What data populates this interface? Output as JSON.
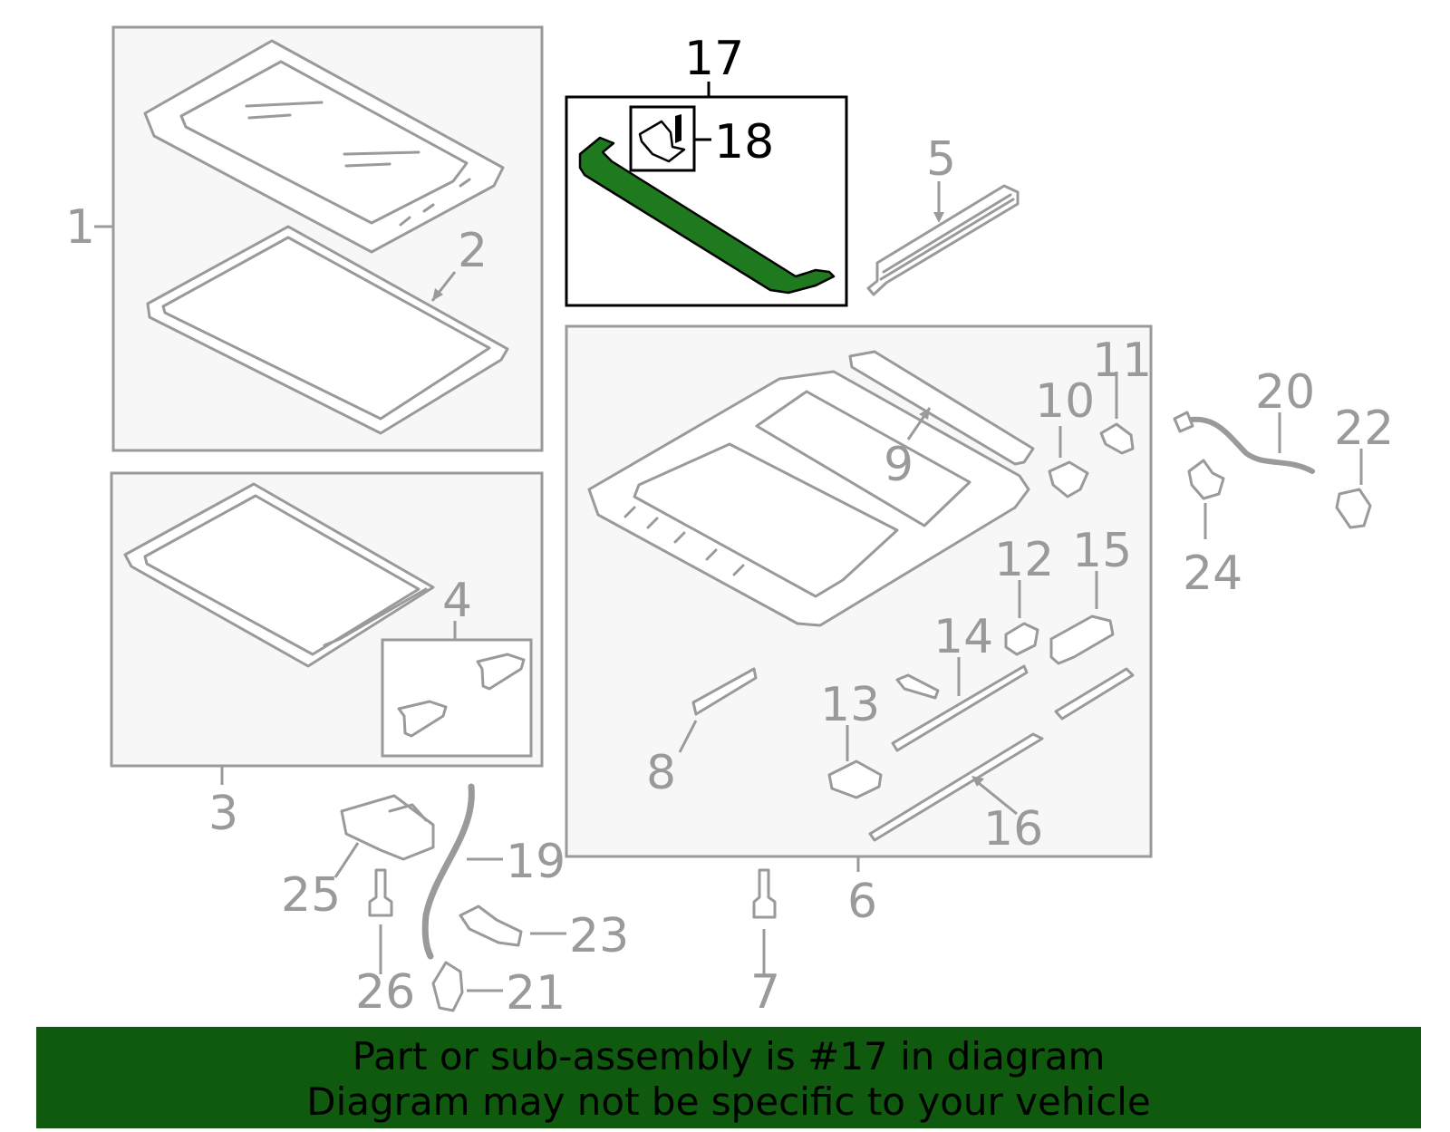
{
  "colors": {
    "highlight_part": "#1f7a1f",
    "banner_background": "#0f5a0f",
    "callout_gray": "#9a9a9a",
    "callout_highlight": "#000000"
  },
  "callouts": {
    "c1": "1",
    "c2": "2",
    "c3": "3",
    "c4": "4",
    "c5": "5",
    "c6": "6",
    "c7": "7",
    "c8": "8",
    "c9": "9",
    "c10": "10",
    "c11": "11",
    "c12": "12",
    "c13": "13",
    "c14": "14",
    "c15": "15",
    "c16": "16",
    "c17": "17",
    "c18": "18",
    "c19": "19",
    "c20": "20",
    "c21": "21",
    "c22": "22",
    "c23": "23",
    "c24": "24",
    "c25": "25",
    "c26": "26"
  },
  "highlighted_callout": "17",
  "banner": {
    "line1": "Part or sub-assembly is #17 in diagram",
    "line2": "Diagram may not be specific to your vehicle"
  }
}
